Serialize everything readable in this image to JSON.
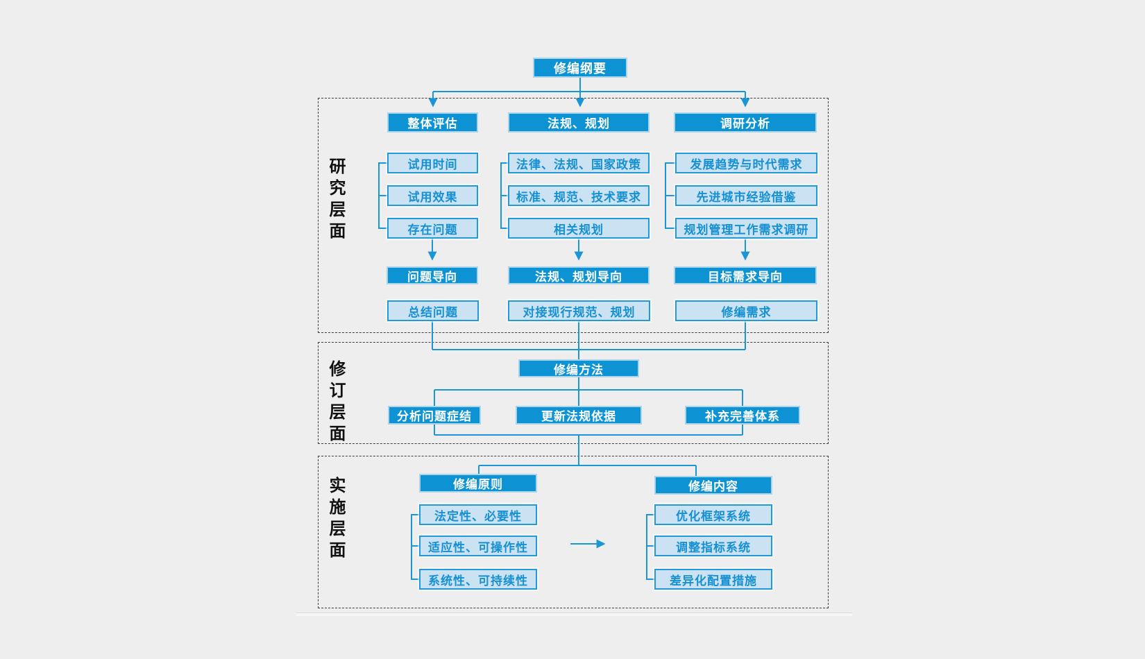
{
  "colors": {
    "accent": "#0d93d3",
    "light_fill": "#cbe2f2",
    "light_text": "#1590d2",
    "line": "#1a96d6",
    "dash": "#3c3c3c"
  },
  "root": {
    "title": "修编纲要"
  },
  "sections": [
    {
      "label": "研究层面",
      "columns": [
        {
          "header": "整体评估",
          "items": [
            "试用时间",
            "试用效果",
            "存在问题"
          ],
          "direction": "问题导向",
          "result": "总结问题"
        },
        {
          "header": "法规、规划",
          "items": [
            "法律、法规、国家政策",
            "标准、规范、技术要求",
            "相关规划"
          ],
          "direction": "法规、规划导向",
          "result": "对接现行规范、规划"
        },
        {
          "header": "调研分析",
          "items": [
            "发展趋势与时代需求",
            "先进城市经验借鉴",
            "规划管理工作需求调研"
          ],
          "direction": "目标需求导向",
          "result": "修编需求"
        }
      ]
    },
    {
      "label": "修订层面",
      "method": "修编方法",
      "branches": [
        "分析问题症结",
        "更新法规依据",
        "补充完善体系"
      ]
    },
    {
      "label": "实施层面",
      "groups": [
        {
          "header": "修编原则",
          "items": [
            "法定性、必要性",
            "适应性、可操作性",
            "系统性、可持续性"
          ]
        },
        {
          "header": "修编内容",
          "items": [
            "优化框架系统",
            "调整指标系统",
            "差异化配置措施"
          ]
        }
      ]
    }
  ]
}
